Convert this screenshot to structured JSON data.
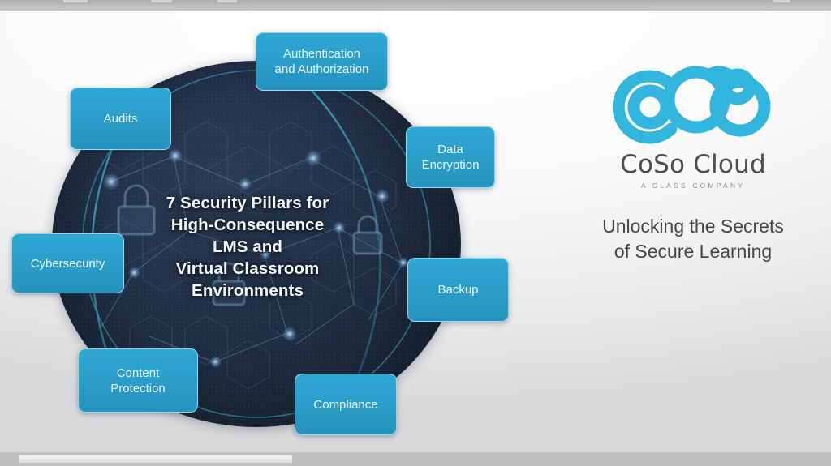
{
  "window": {
    "chrome_visible": true,
    "scrollbar": {
      "name": "horizontal-scrollbar",
      "thumb_width_pct": 33
    }
  },
  "slide": {
    "title_lines": [
      "7 Security Pillars for",
      "High-Consequence",
      "LMS and",
      "Virtual Classroom",
      "Environments"
    ],
    "pillars": [
      {
        "id": "authentication-and-authorization",
        "lines": [
          "Authentication",
          "and Authorization"
        ]
      },
      {
        "id": "audits",
        "lines": [
          "Audits"
        ]
      },
      {
        "id": "data-encryption",
        "lines": [
          "Data",
          "Encryption"
        ]
      },
      {
        "id": "cybersecurity",
        "lines": [
          "Cybersecurity"
        ]
      },
      {
        "id": "backup",
        "lines": [
          "Backup"
        ]
      },
      {
        "id": "content-protection",
        "lines": [
          "Content",
          "Protection"
        ]
      },
      {
        "id": "compliance",
        "lines": [
          "Compliance"
        ]
      }
    ],
    "pillar_count": 7
  },
  "brand": {
    "logo_icon": "coso-cloud-logo",
    "wordmark": "CoSo Cloud",
    "sub_wordmark": "A CLASS COMPANY",
    "tagline_lines": [
      "Unlocking the Secrets",
      "of Secure Learning"
    ]
  },
  "colors": {
    "pillar_blue": "#2ea8d4",
    "logo_cyan": "#33b6dd",
    "wordmark_gray": "#4d4d4d",
    "circle_navy": "#1b2839",
    "tagline_gray": "#45484b",
    "page_gray": "#c0c0c0"
  }
}
